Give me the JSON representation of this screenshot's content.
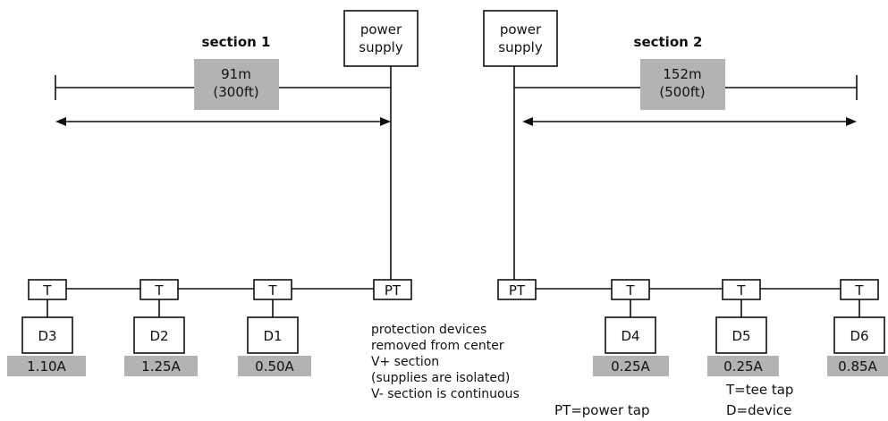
{
  "sections": [
    {
      "title": "section 1",
      "power_supply": [
        "power",
        "supply"
      ],
      "length": [
        "91m",
        "(300ft)"
      ]
    },
    {
      "title": "section 2",
      "power_supply": [
        "power",
        "supply"
      ],
      "length": [
        "152m",
        "(500ft)"
      ]
    }
  ],
  "taps": {
    "left": [
      "T",
      "T",
      "T",
      "PT"
    ],
    "right": [
      "PT",
      "T",
      "T",
      "T"
    ]
  },
  "devices": [
    {
      "name": "D3",
      "current": "1.10A"
    },
    {
      "name": "D2",
      "current": "1.25A"
    },
    {
      "name": "D1",
      "current": "0.50A"
    },
    {
      "name": "D4",
      "current": "0.25A"
    },
    {
      "name": "D5",
      "current": "0.25A"
    },
    {
      "name": "D6",
      "current": "0.85A"
    }
  ],
  "note": [
    "protection devices",
    "removed from center",
    "V+ section",
    "(supplies are isolated)",
    "V- section is continuous"
  ],
  "legend": {
    "tee_tap": "T=tee tap",
    "device": "D=device",
    "power_tap": "PT=power tap"
  }
}
